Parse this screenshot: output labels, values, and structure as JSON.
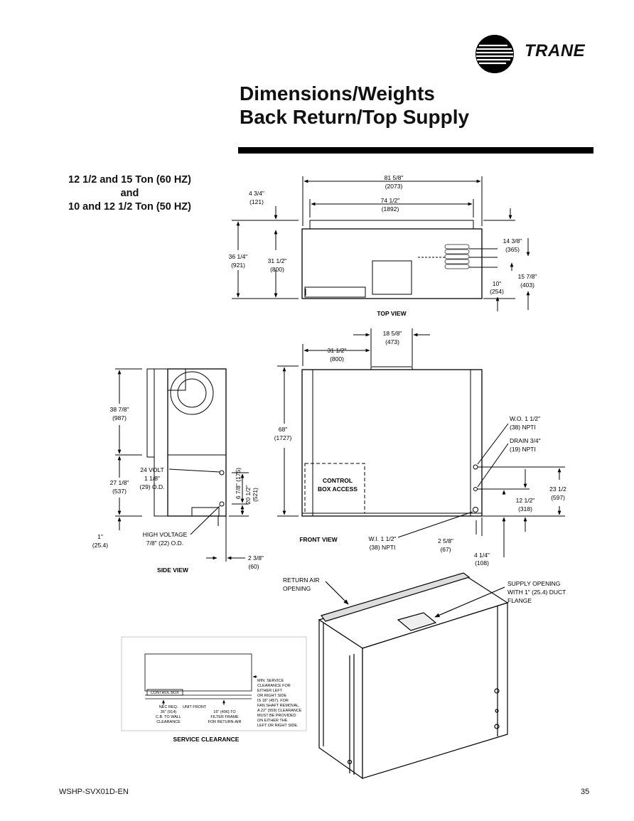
{
  "header": {
    "brand": "TRANE",
    "title_line1": "Dimensions/Weights",
    "title_line2": "Back Return/Top Supply"
  },
  "models": {
    "line1": "12 1/2 and 15 Ton (60 HZ)",
    "line2": "and",
    "line3": "10 and 12 1/2 Ton (50 HZ)"
  },
  "top_view": {
    "label": "TOP VIEW",
    "overall_width": "81 5/8\"",
    "overall_width_mm": "(2073)",
    "inner_width": "74 1/2\"",
    "inner_width_mm": "(1892)",
    "offset": "4 3/4\"",
    "offset_mm": "(121)",
    "depth": "36 1/4\"",
    "depth_mm": "(921)",
    "inner_depth": "31 1/2\"",
    "inner_depth_mm": "(800)",
    "coil_top": "14 3/8\"",
    "coil_top_mm": "(365)",
    "coil_center": "15 7/8\"",
    "coil_center_mm": "(403)",
    "coil_bottom": "10\"",
    "coil_bottom_mm": "(254)"
  },
  "front_view": {
    "label": "FRONT VIEW",
    "supply_width": "18 5/8\"",
    "supply_width_mm": "(473)",
    "supply_offset": "31 1/2\"",
    "supply_offset_mm": "(800)",
    "height": "68\"",
    "height_mm": "(1727)",
    "control_box_line1": "CONTROL",
    "control_box_line2": "BOX ACCESS",
    "wo_line1": "W.O. 1 1/2\"",
    "wo_line2": "(38) NPTI",
    "drain_line1": "DRAIN 3/4\"",
    "drain_line2": "(19) NPTI",
    "wi_line1": "W.I. 1 1/2\"",
    "wi_line2": "(38) NPTI",
    "dim_23": "23 1/2",
    "dim_23_mm": "(597)",
    "dim_12": "12 1/2\"",
    "dim_12_mm": "(318)",
    "dim_2": "2 5/8\"",
    "dim_2_mm": "(67)",
    "dim_4": "4 1/4\"",
    "dim_4_mm": "(108)"
  },
  "side_view": {
    "label": "SIDE VIEW",
    "upper": "38 7/8\"",
    "upper_mm": "(987)",
    "lower": "27 1/8\"",
    "lower_mm": "(537)",
    "base": "1\"",
    "base_mm": "(25.4)",
    "volt_line1": "24 VOLT",
    "volt_line2": "1 1/8\"",
    "volt_line3": "(29) O.D.",
    "hv_line1": "HIGH VOLTAGE",
    "hv_line2": "7/8\" (22) O.D.",
    "dim_6": "6 7/8\" (175)",
    "dim_20": "20 1/2\"",
    "dim_20_mm": "(521)",
    "dim_2": "2 3/8\"",
    "dim_2_mm": "(60)"
  },
  "iso_view": {
    "return_line1": "RETURN AIR",
    "return_line2": "OPENING",
    "supply_line1": "SUPPLY OPENING",
    "supply_line2": "WITH 1\" (25.4) DUCT",
    "supply_line3": "FLANGE"
  },
  "service": {
    "label": "SERVICE CLEARANCE",
    "control_box": "CONTROL BOX",
    "unit_front": "UNIT FRONT",
    "nec_1": "NEC REQ.",
    "nec_2": "36\" (914)",
    "nec_3": "C.B. TO WALL",
    "nec_4": "CLEARANCE",
    "filter_1": "16\" (406) TO",
    "filter_2": "FILTER FRAME",
    "filter_3": "FOR RETURN-AIR",
    "note_1": "MIN. SERVICE",
    "note_2": "CLEARANCE FOR",
    "note_3": "EITHER LEFT",
    "note_4": "OR RIGHT SIDE",
    "note_5": "IS 18\" (457). FOR",
    "note_6": "FAN SHAFT REMOVAL,",
    "note_7": "A 22\" (559) CLEARANCE",
    "note_8": "MUST BE PROVIDED",
    "note_9": "ON EITHER THE",
    "note_10": "LEFT OR RIGHT SIDE."
  },
  "footer": {
    "doc_id": "WSHP-SVX01D-EN",
    "page": "35"
  }
}
